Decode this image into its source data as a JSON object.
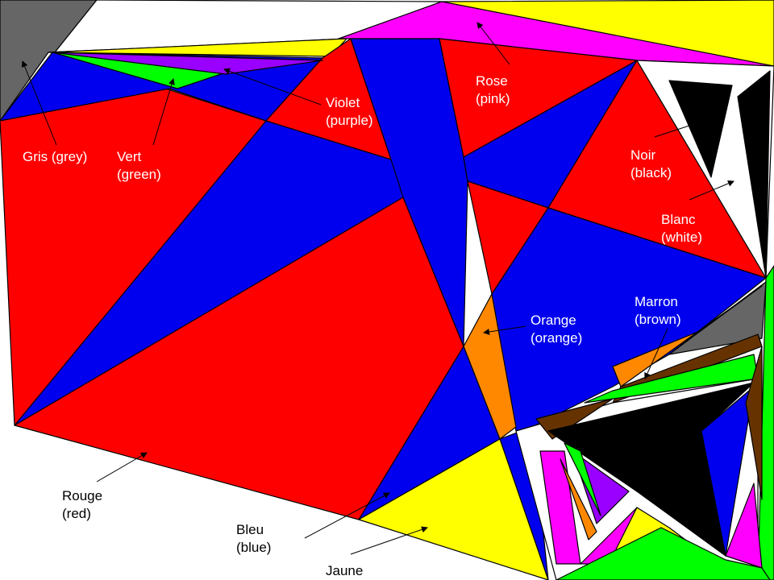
{
  "colors": {
    "gris": "#666666",
    "vert": "#00ff00",
    "violet": "#9900ff",
    "rose": "#ff00ff",
    "noir": "#000000",
    "blanc": "#ffffff",
    "marron": "#663300",
    "orange": "#ff8800",
    "rouge": "#ff0000",
    "bleu": "#0000ee",
    "jaune": "#ffff00",
    "label_light": "#ffffff",
    "label_dark": "#000000"
  },
  "labels": {
    "gris": {
      "line1": "Gris (grey)",
      "line2": ""
    },
    "vert": {
      "line1": "Vert",
      "line2": "(green)"
    },
    "violet": {
      "line1": "Violet",
      "line2": "(purple)"
    },
    "rose": {
      "line1": "Rose",
      "line2": "(pink)"
    },
    "noir": {
      "line1": "Noir",
      "line2": "(black)"
    },
    "blanc": {
      "line1": "Blanc",
      "line2": "(white)"
    },
    "marron": {
      "line1": "Marron",
      "line2": "(brown)"
    },
    "orange": {
      "line1": "Orange",
      "line2": "(orange)"
    },
    "rouge": {
      "line1": "Rouge",
      "line2": "(red)"
    },
    "bleu": {
      "line1": "Bleu",
      "line2": "(blue)"
    },
    "jaune": {
      "line1": "Jaune",
      "line2": ""
    }
  }
}
